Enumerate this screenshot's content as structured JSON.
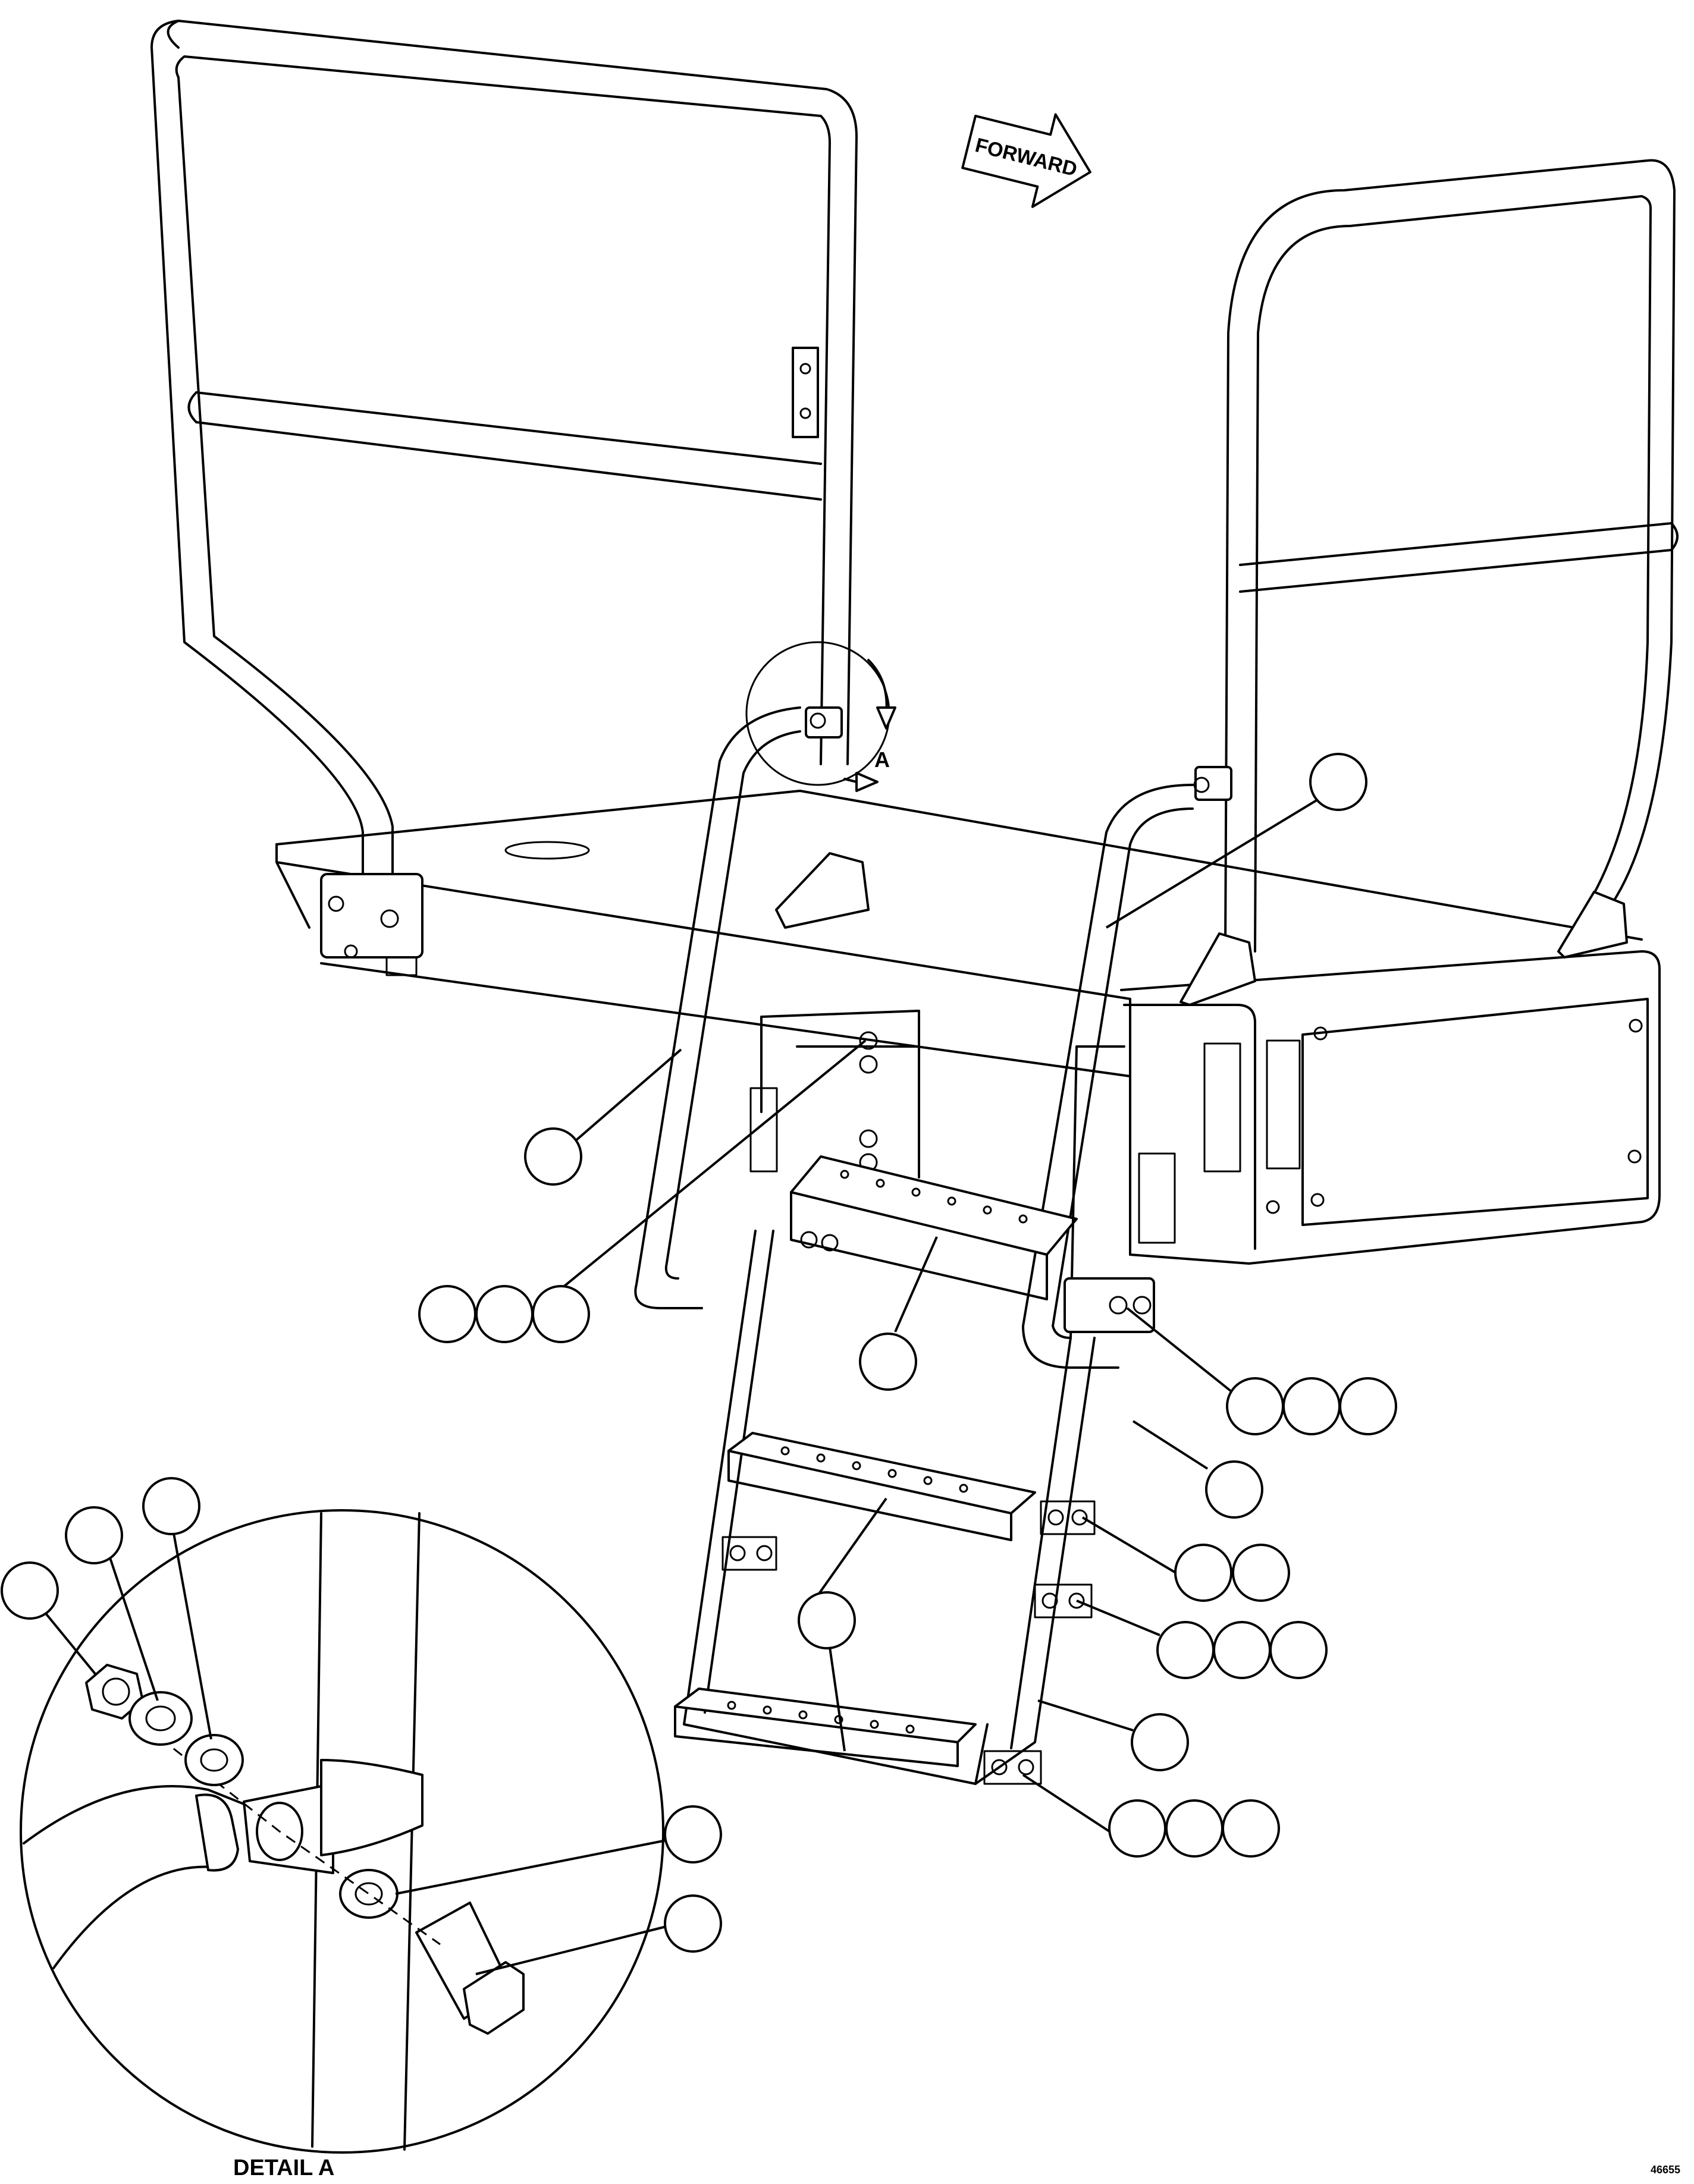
{
  "labels": {
    "forward": "FORWARD",
    "detail_marker": "A",
    "detail_title": "DETAIL A",
    "drawing_number": "46655"
  }
}
